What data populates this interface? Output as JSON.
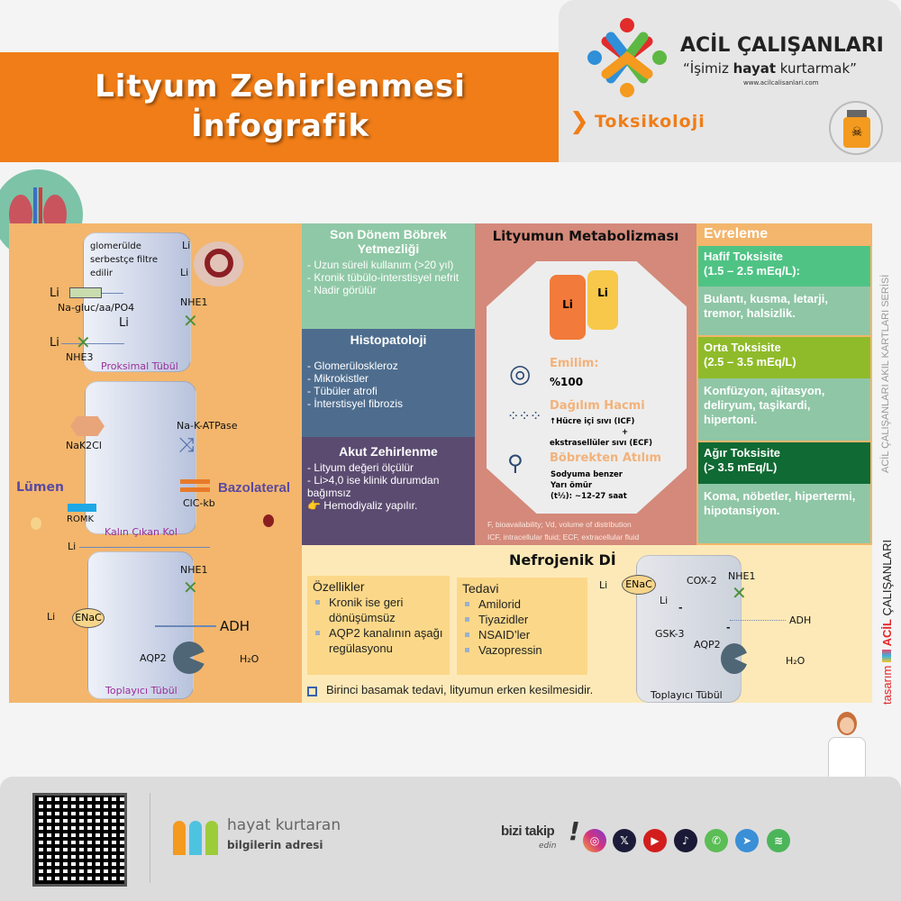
{
  "header": {
    "title_line1": "Lityum Zehirlenmesi",
    "title_line2": "İnfografik",
    "brand": "ACİL ÇALIŞANLARI",
    "slogan_pre": "“İşimiz ",
    "slogan_bold": "hayat",
    "slogan_post": " kurtarmak”",
    "url": "www.acilcalisanlari.com",
    "category": "Toksikoloji"
  },
  "diagram": {
    "glom_text": [
      "glomerülde",
      "serbestçe filtre",
      "edilir"
    ],
    "li": "Li",
    "na_gluc": "Na-gluc/aa/PO4",
    "nhe3": "NHE3",
    "nhe1": "NHE1",
    "proksimal": "Proksimal Tübül",
    "nak2cl": "NaK2Cl",
    "nakatpase": "Na-K-ATPase",
    "clckb": "ClC-kb",
    "romk": "ROMK",
    "lumen": "Lümen",
    "bazolateral": "Bazolateral",
    "kalin": "Kalın Çıkan Kol",
    "enac": "ENaC",
    "adh": "ADH",
    "aqp2": "AQP2",
    "h2o": "H₂O",
    "toplayici": "Toplayıcı Tübül"
  },
  "esrd": {
    "title": "Son Dönem Böbrek Yetmezliği",
    "items": [
      "- Uzun süreli kullanım (>20 yıl)",
      "- Kronik tübülo-interstisyel nefrit",
      "- Nadir görülür"
    ]
  },
  "histo": {
    "title": "Histopatoloji",
    "items": [
      "- Glomerüloskleroz",
      "- Mikrokistler",
      "- Tübüler atrofi",
      "- İnterstisyel fibrozis"
    ]
  },
  "akut": {
    "title": "Akut Zehirlenme",
    "items": [
      "- Lityum  değeri ölçülür",
      "-  Li>4,0 ise klinik durumdan bağımsız",
      "👉 Hemodiyaliz  yapılır."
    ]
  },
  "metab": {
    "title": "Lityumun Metabolizması",
    "emilim_h": "Emilim:",
    "emilim_v": "%100",
    "dagilim_h": "Dağılım Hacmi",
    "dagilim_1": "↑Hücre içi sıvı (ICF)",
    "dagilim_plus": "+",
    "dagilim_2": "ekstrasellüler sıvı (ECF)",
    "atilim_h": "Böbrekten Atılım",
    "atilim_1": "Sodyuma benzer",
    "atilim_2": "Yarı ömür",
    "atilim_3": "(t½): ~12-27 saat",
    "foot1": "F, bioavailability; Vd, volume of distribution",
    "foot2": "ICF, intracellular fluid; ECF, extracellular fluid",
    "li": "Li"
  },
  "evreleme": {
    "title": "Evreleme",
    "stages": [
      {
        "name": "Hafif Toksisite",
        "range": "(1.5 – 2.5 mEq/L):",
        "symptoms": "Bulantı, kusma, letarji, tremor, halsizlik.",
        "color": "#4fc384"
      },
      {
        "name": "Orta Toksisite",
        "range": "(2.5 – 3.5 mEq/L)",
        "symptoms": "Konfüzyon, ajitasyon, deliryum, taşikardi, hipertoni.",
        "color": "#8fbb2a"
      },
      {
        "name": "Ağır Toksisite",
        "range": "(> 3.5 mEq/L)",
        "symptoms": "Koma, nöbetler, hipertermi, hipotansiyon.",
        "color": "#0f6a33"
      }
    ]
  },
  "nefro": {
    "title": "Nefrojenik Dİ",
    "ozellik_h": "Özellikler",
    "ozellik": [
      "Kronik ise geri dönüşümsüz",
      "AQP2 kanalının aşağı regülasyonu"
    ],
    "tedavi_h": "Tedavi",
    "tedavi": [
      "Amilorid",
      "Tiyazidler",
      "NSAID’ler",
      "Vazopressin"
    ],
    "note": "Birinci basamak tedavi, lityumun erken kesilmesidir.",
    "li": "Li",
    "enac": "ENaC",
    "cox2": "COX-2",
    "nhe1": "NHE1",
    "gsk3": "GSK-3",
    "adh": "ADH",
    "aqp2": "AQP2",
    "h2o": "H₂O",
    "minus": "-",
    "toplayici": "Toplayıcı Tübül"
  },
  "side": {
    "series": "ACİL ÇALIŞANLARI AKIL KARTLARI SERİSİ",
    "acil": "ACİL",
    "calisanlari": "ÇALIŞANLARI",
    "tasarim": "tasarım"
  },
  "footer": {
    "hk1": "hayat kurtaran",
    "hk2": "bilgilerin adresi",
    "follow": "bizi takip",
    "edin": "edin",
    "excl": "!",
    "social": [
      "instagram",
      "x",
      "youtube",
      "tiktok",
      "whatsapp",
      "telegram",
      "spotify"
    ]
  }
}
